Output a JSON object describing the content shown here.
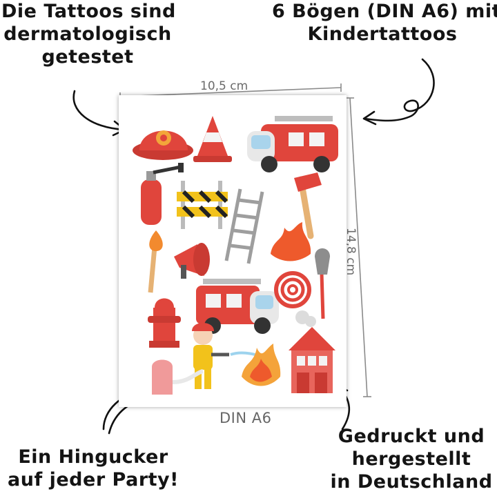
{
  "callouts": {
    "top_left": [
      "Die Tattoos sind",
      "dermatologisch",
      "getestet"
    ],
    "top_right": [
      "6 Bögen (DIN A6) mit",
      "Kindertattoos"
    ],
    "bottom_left": [
      "Ein Hingucker",
      "auf jeder Party!"
    ],
    "bottom_right": [
      "Gedruckt und",
      "hergestellt",
      "in Deutschland"
    ]
  },
  "dimensions": {
    "width": "10,5 cm",
    "height": "14,8 cm"
  },
  "sheet": {
    "label": "DIN A6",
    "tattoo_icons": [
      "fire-helmet-icon",
      "traffic-cone-icon",
      "fire-truck-icon",
      "fire-extinguisher-icon",
      "barrier-icon",
      "axe-icon",
      "ladder-icon",
      "torch-icon",
      "megaphone-icon",
      "flame-icon",
      "shovel-icon",
      "hose-reel-icon",
      "hydrant-icon",
      "firefighter-boy-icon",
      "fire-station-icon"
    ]
  },
  "colors": {
    "tattoo_red": "#d93a34",
    "dimension_gray": "#8a8a8a",
    "text": "#141414"
  }
}
